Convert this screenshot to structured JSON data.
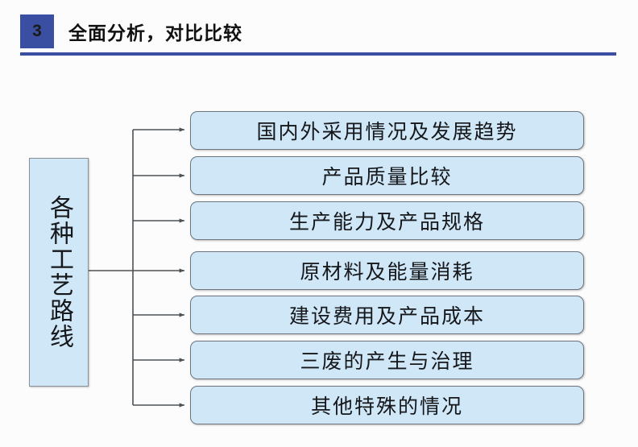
{
  "header": {
    "badge_number": "3",
    "title": "全面分析，对比比较",
    "accent_color": "#3a4fa1",
    "rule_color": "#3a4fa1"
  },
  "diagram": {
    "root": {
      "label": "各种工艺路线",
      "fill_color": "#cfe7f7",
      "border_color": "#8a8f96"
    },
    "box_fill_color": "#cfe7f7",
    "box_border_color": "#6f757d",
    "connector_color": "#4d5155",
    "items": [
      {
        "label": "国内外采用情况及发展趋势"
      },
      {
        "label": "产品质量比较"
      },
      {
        "label": "生产能力及产品规格"
      },
      {
        "label": "原材料及能量消耗"
      },
      {
        "label": "建设费用及产品成本"
      },
      {
        "label": "三废的产生与治理"
      },
      {
        "label": "其他特殊的情况"
      }
    ]
  },
  "canvas": {
    "background_color": "#fcfcfc"
  }
}
